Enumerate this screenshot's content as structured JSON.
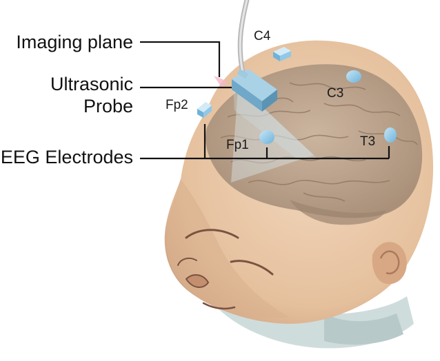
{
  "callouts": {
    "imaging_plane": "Imaging plane",
    "probe_line1": "Ultrasonic",
    "probe_line2": "Probe",
    "electrodes": "EEG Electrodes"
  },
  "electrodes": {
    "c4": "C4",
    "fp2": "Fp2",
    "c3": "C3",
    "fp1": "Fp1",
    "t3": "T3"
  },
  "colors": {
    "skin": "#e9c9a8",
    "skin_shadow": "#d3a887",
    "brain": "#b9a28c",
    "electrode": "#8fc8e8",
    "probe": "#7fb3d0",
    "cable": "#c8c8c8",
    "neck": "#cfdcdc"
  }
}
